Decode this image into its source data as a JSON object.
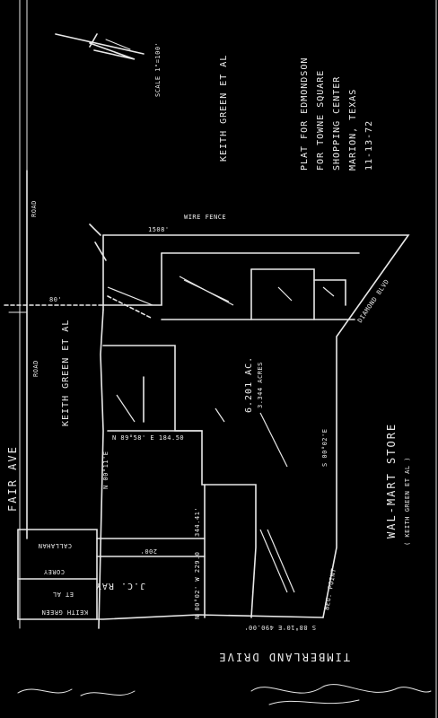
{
  "title_block": [
    "PLAT FOR EDMONDSON",
    "FOR TOWNE SQUARE",
    "SHOPPING CENTER",
    "MARION, TEXAS",
    "11-13-72"
  ],
  "scale_text": "SCALE 1\"=100'",
  "owners": {
    "keith_green_top": "KEITH GREEN ET AL",
    "keith_green_left": "KEITH GREEN ET AL",
    "corey_callahan": [
      "COREY",
      "CALLAHAN"
    ],
    "keith_green_bottom": [
      "KEITH GREEN",
      "ET AL"
    ],
    "jc_ray": "J.C. RAY",
    "walmart": [
      "WAL-MART STORE",
      "( KEITH GREEN ET AL )"
    ]
  },
  "streets": {
    "fair_ave": "FAIR AVE",
    "timberland": "TIMBERLAND DRIVE",
    "left_road": "ROAD",
    "left_road2": "ROAD",
    "top_road": "WIRE FENCE"
  },
  "tract": {
    "acreage": "6.201 AC.",
    "area": "3.344 ACRES"
  },
  "dimensions": {
    "top": "1508'",
    "bottom": "S 88°10'E 490.00'",
    "mid_horiz": "N 89°58' E 184.50",
    "mid_vert": "344.41'",
    "lower_vert": "N 00°02' W 229.0",
    "lower_horiz": "200'",
    "right_diag": "DIAMOND BLVD",
    "right_vert": "S 00°02'E",
    "upper_left": "80'",
    "left_vert": "N 00°11'E",
    "beg_point": "BEG. POINT"
  },
  "colors": {
    "ink": "#e8e8e8",
    "background": "#000000"
  }
}
